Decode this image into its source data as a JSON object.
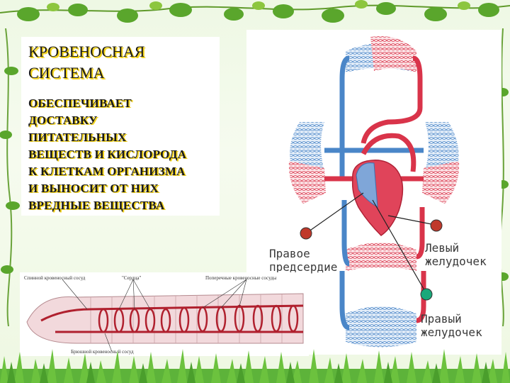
{
  "title": "КРОВЕНОСНАЯ\nСИСТЕМА",
  "description": "ОБЕСПЕЧИВАЕТ\nДОСТАВКУ\nПИТАТЕЛЬНЫХ\nВЕЩЕСТВ И КИСЛОРОДА\nК КЛЕТКАМ ОРГАНИЗМА\nИ ВЫНОСИТ ОТ НИХ\nВРЕДНЫЕ ВЕЩЕСТВА",
  "heart_diagram": {
    "right_atrium_label": "Правое\nпредсердие",
    "left_ventricle_label": "Левый\nжелудочек",
    "right_ventricle_label": "Правый\nжелудочек"
  },
  "worm_diagram": {
    "dorsal_vessel_label": "Спинной кровеносный сосуд",
    "hearts_label": "\"Сердца\"",
    "transverse_vessels_label": "Поперечные кровеносные сосуды",
    "ventral_vessel_label": "Брюшной кровеносный сосуд"
  },
  "colors": {
    "artery_red": "#d9344a",
    "vein_blue": "#4a86c8",
    "title_shadow": "#f2d21a"
  }
}
